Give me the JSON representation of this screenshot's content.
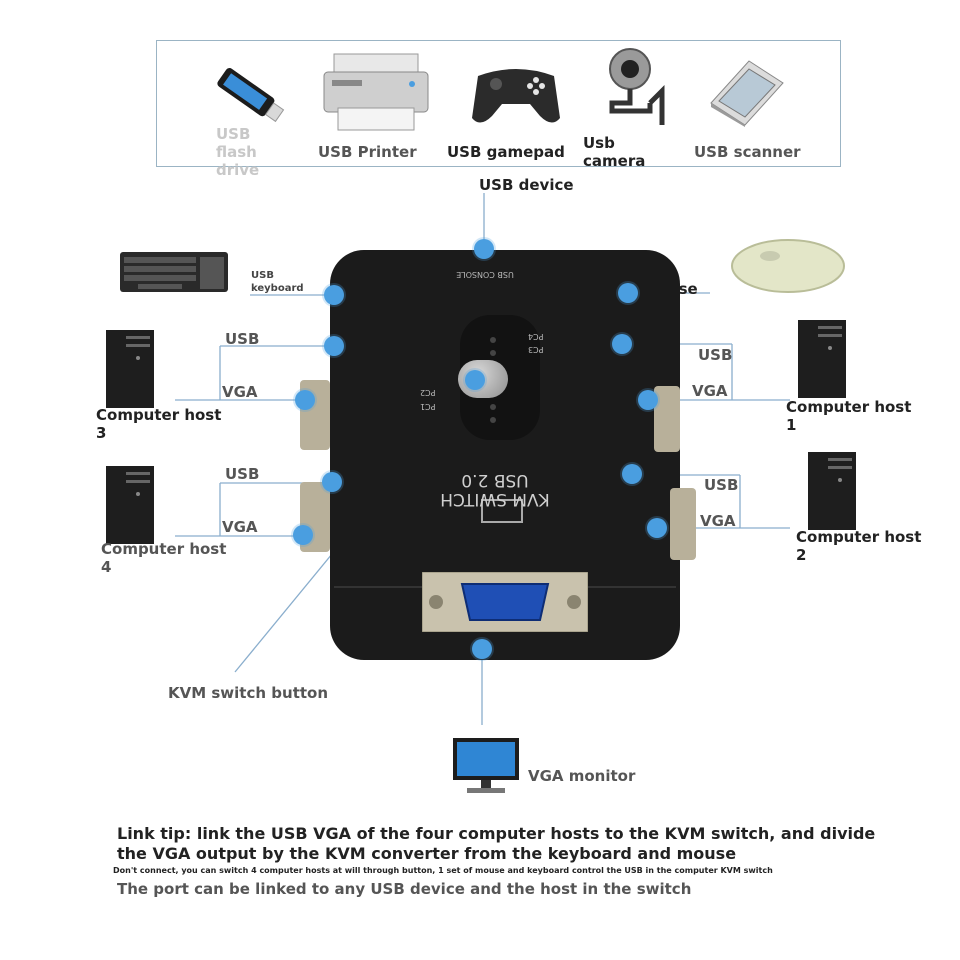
{
  "devices": {
    "flash_drive": "USB flash drive",
    "printer": "USB Printer",
    "gamepad": "USB gamepad",
    "camera": "Usb camera",
    "scanner": "USB scanner",
    "usb_device": "USB device"
  },
  "left": {
    "keyboard": "USB keyboard",
    "host3_usb": "USB",
    "host3_vga": "VGA",
    "host3_label": "Computer host 3",
    "host4_usb": "USB",
    "host4_vga": "VGA",
    "host4_label": "Computer host 4",
    "switch_button": "KVM switch button"
  },
  "right": {
    "mouse": "USB mouse",
    "host1_usb": "USB",
    "host1_vga": "VGA",
    "host1_label": "Computer host 1",
    "host2_usb": "USB",
    "host2_vga": "VGA",
    "host2_label": "Computer host 2"
  },
  "monitor": "VGA monitor",
  "switch_box": {
    "title_line1": "USB 2.0",
    "title_line2": "KVM SWITCH",
    "console": "USB CONSOLE",
    "pc1": "PC1",
    "pc2": "PC2",
    "pc3": "PC3",
    "pc4": "PC4"
  },
  "tips": {
    "line1": "Link tip: link the USB VGA of the four computer hosts to the KVM switch, and divide",
    "line2": "the VGA output by the KVM converter from the keyboard and mouse",
    "small": "Don't connect, you can switch 4 computer hosts at will through button, 1 set of mouse and keyboard control the USB in the computer KVM switch",
    "line3": "The port can be linked to any USB device and the host in the switch"
  },
  "colors": {
    "accent": "#4a9ee0",
    "box": "#1b1b1b"
  }
}
